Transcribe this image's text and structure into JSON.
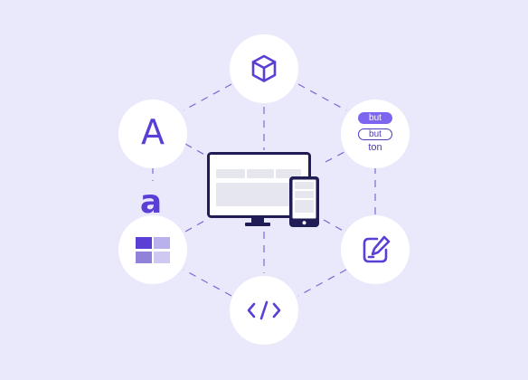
{
  "typography_node": {
    "uppercase_glyph": "A",
    "lowercase_glyph": "a"
  },
  "button_node": {
    "filled_label": "but",
    "outline_label": "but",
    "caption": "ton"
  },
  "colors": {
    "background": "#e9e9fb",
    "node_fill": "#ffffff",
    "accent": "#5a3ed6",
    "accent_light": "#b9b0ee",
    "connector": "#7d69d6",
    "device_frame": "#1f1c56",
    "screen_block": "#e6e6ee"
  },
  "icons": {
    "top": "cube-icon",
    "right_bottom": "edit-icon",
    "bottom": "code-icon",
    "left_bottom": "layout-grid-icon",
    "center": "responsive-devices-icon"
  }
}
